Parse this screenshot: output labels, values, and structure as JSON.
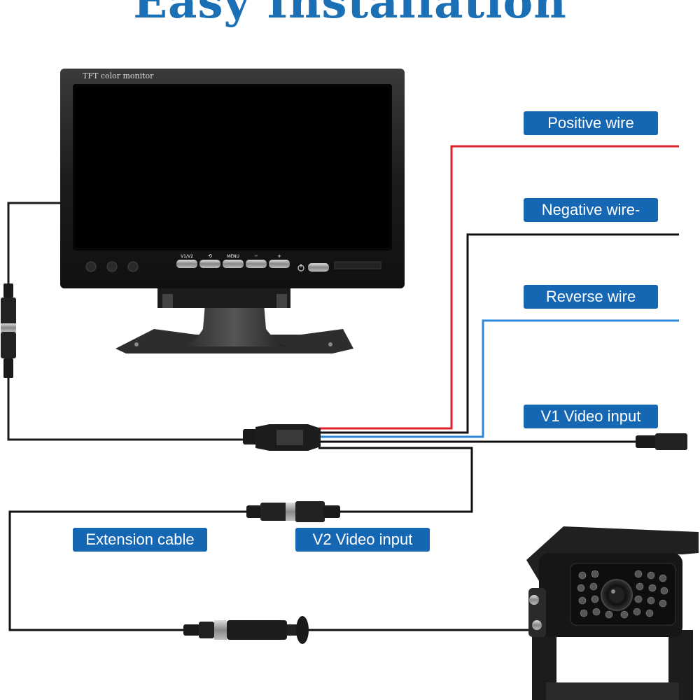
{
  "title": "Easy Installation",
  "monitor": {
    "brand_text": "TFT color monitor",
    "buttons": [
      "V1/V2",
      "⟲",
      "MENU",
      "−",
      "+"
    ]
  },
  "labels": {
    "positive": "Positive wire",
    "negative": "Negative wire-",
    "reverse": "Reverse wire",
    "v1": "V1 Video input",
    "extension": "Extension cable",
    "v2": "V2 Video input"
  },
  "colors": {
    "title": "#1a6fb5",
    "label_bg": "#1667b3",
    "positive_wire": "#e0202a",
    "negative_wire": "#111111",
    "reverse_wire": "#2e86d6"
  }
}
